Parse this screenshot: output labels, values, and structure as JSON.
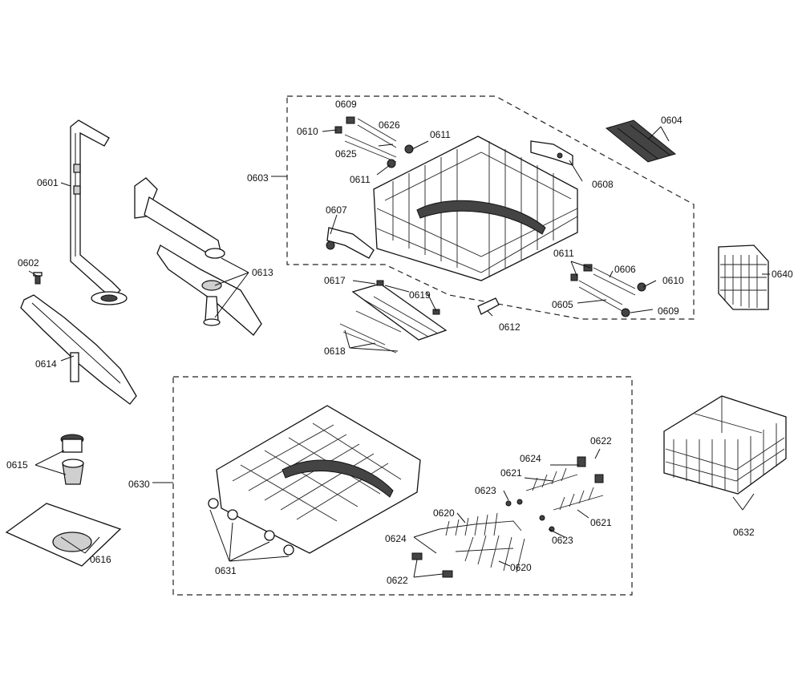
{
  "labels": {
    "l0601": "0601",
    "l0602": "0602",
    "l0603": "0603",
    "l0604": "0604",
    "l0605": "0605",
    "l0606": "0606",
    "l0607": "0607",
    "l0608": "0608",
    "l0609a": "0609",
    "l0609b": "0609",
    "l0610a": "0610",
    "l0610b": "0610",
    "l0611a": "0611",
    "l0611b": "0611",
    "l0611c": "0611",
    "l0612": "0612",
    "l0613": "0613",
    "l0614": "0614",
    "l0615": "0615",
    "l0616": "0616",
    "l0617": "0617",
    "l0618": "0618",
    "l0619": "0619",
    "l0620a": "0620",
    "l0620b": "0620",
    "l0621a": "0621",
    "l0621b": "0621",
    "l0622a": "0622",
    "l0622b": "0622",
    "l0623a": "0623",
    "l0623b": "0623",
    "l0624a": "0624",
    "l0624b": "0624",
    "l0625": "0625",
    "l0626": "0626",
    "l0630": "0630",
    "l0631": "0631",
    "l0632": "0632",
    "l0640": "0640"
  },
  "colors": {
    "line": "#111111",
    "background": "#ffffff",
    "part_shade": "#cfcfcf"
  }
}
